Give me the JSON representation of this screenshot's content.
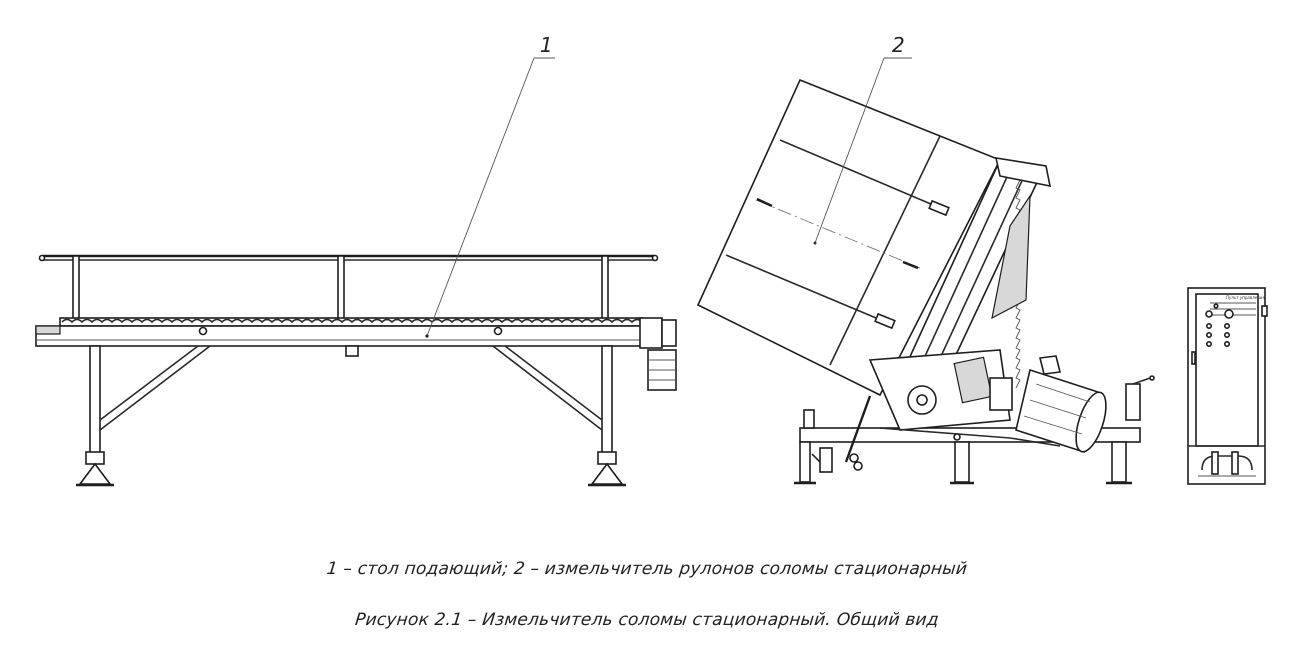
{
  "callouts": [
    {
      "label": "1",
      "target": "feeding-table"
    },
    {
      "label": "2",
      "target": "straw-bale-shredder"
    }
  ],
  "captions": {
    "legend": "1 – стол подающий; 2 – измельчитель рулонов соломы стационарный",
    "figure": "Рисунок 2.1 – Измельчитель соломы стационарный. Общий вид"
  },
  "control_panel": {
    "title": "Пульт управления"
  }
}
